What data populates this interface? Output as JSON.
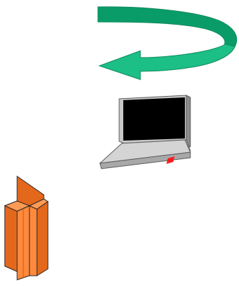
{
  "diagram": {
    "elements": [
      {
        "id": "rotation-arrow",
        "icon": "rotation-arrow-icon"
      },
      {
        "id": "laptop",
        "icon": "laptop-icon"
      },
      {
        "id": "server-tower",
        "icon": "server-tower-icon"
      }
    ]
  },
  "colors": {
    "background": "#ffffff",
    "arrow_front": "#1cbf86",
    "arrow_back": "#0a9c68",
    "arrow_outline": "#0f8a5e",
    "laptop_body": "#d2d2d2",
    "laptop_side": "#9a9a9a",
    "laptop_screen": "#000000",
    "laptop_led": "#ff1a1a",
    "server_front": "#ff8a3d",
    "server_side": "#e4681c",
    "server_outline": "#222222"
  }
}
